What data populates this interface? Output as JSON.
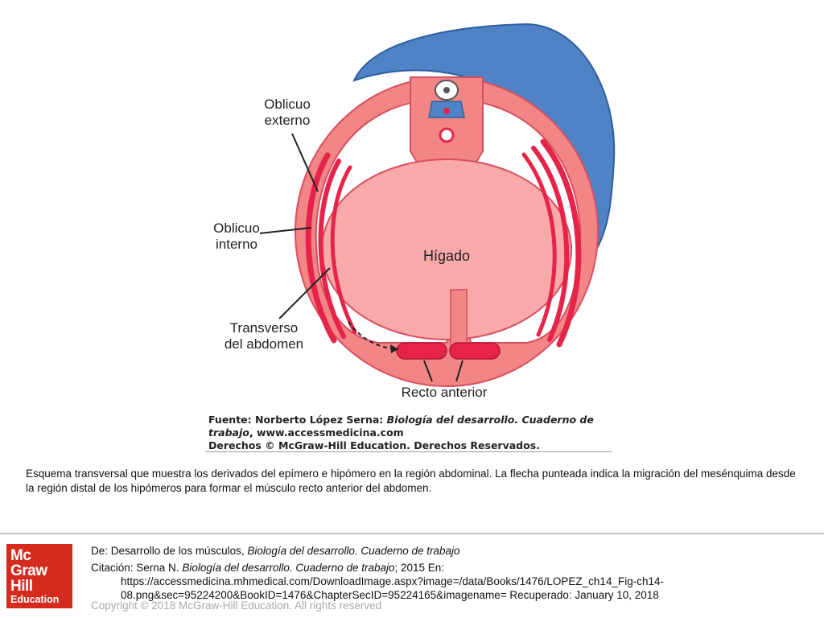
{
  "figure": {
    "labels": {
      "oblicuo_externo": [
        "Oblicuo",
        "externo"
      ],
      "oblicuo_interno": [
        "Oblicuo",
        "interno"
      ],
      "transverso": [
        "Transverso",
        "del abdomen"
      ],
      "recto": "Recto anterior",
      "higado": "Hígado"
    },
    "source": {
      "prefix": "Fuente: Norberto López Serna: ",
      "title_italic": "Biología del desarrollo. Cuaderno de trabajo",
      "suffix": ", www.accessmedicina.com",
      "rights": "Derechos © McGraw-Hill Education. Derechos Reservados."
    },
    "colors": {
      "tissue": "#f28585",
      "muscle": "#e6244a",
      "cavity": "#ffffff",
      "skin": "#4f83c6",
      "skin_edge": "#2f5f9f"
    }
  },
  "caption": "Esquema transversal que muestra los derivados del epímero e hipómero en la región abdominal. La flecha punteada indica la migración del mesénquima desde la región distal de los hipómeros para formar el músculo recto anterior del abdomen.",
  "footer": {
    "de_label": "De:",
    "de_text": " Desarrollo de los músculos, ",
    "de_italic": "Biología del desarrollo. Cuaderno de trabajo",
    "citation_label": "Citación:",
    "citation_author": " Serna N. ",
    "citation_italic": "Biología del desarrollo. Cuaderno de trabajo",
    "citation_rest": "; 2015 En:",
    "url_line1": "https://accessmedicina.mhmedical.com/DownloadImage.aspx?image=/data/Books/1476/LOPEZ_ch14_Fig-ch14-",
    "url_line2": "08.png&sec=95224200&BookID=1476&ChapterSecID=95224165&imagename= Recuperado: January 10, 2018",
    "copyright": "Copyright © 2018 McGraw-Hill Education. All rights reserved"
  },
  "logo": {
    "lines": [
      "Mc",
      "Graw",
      "Hill"
    ],
    "sub": "Education",
    "color": "#d52b1e"
  }
}
